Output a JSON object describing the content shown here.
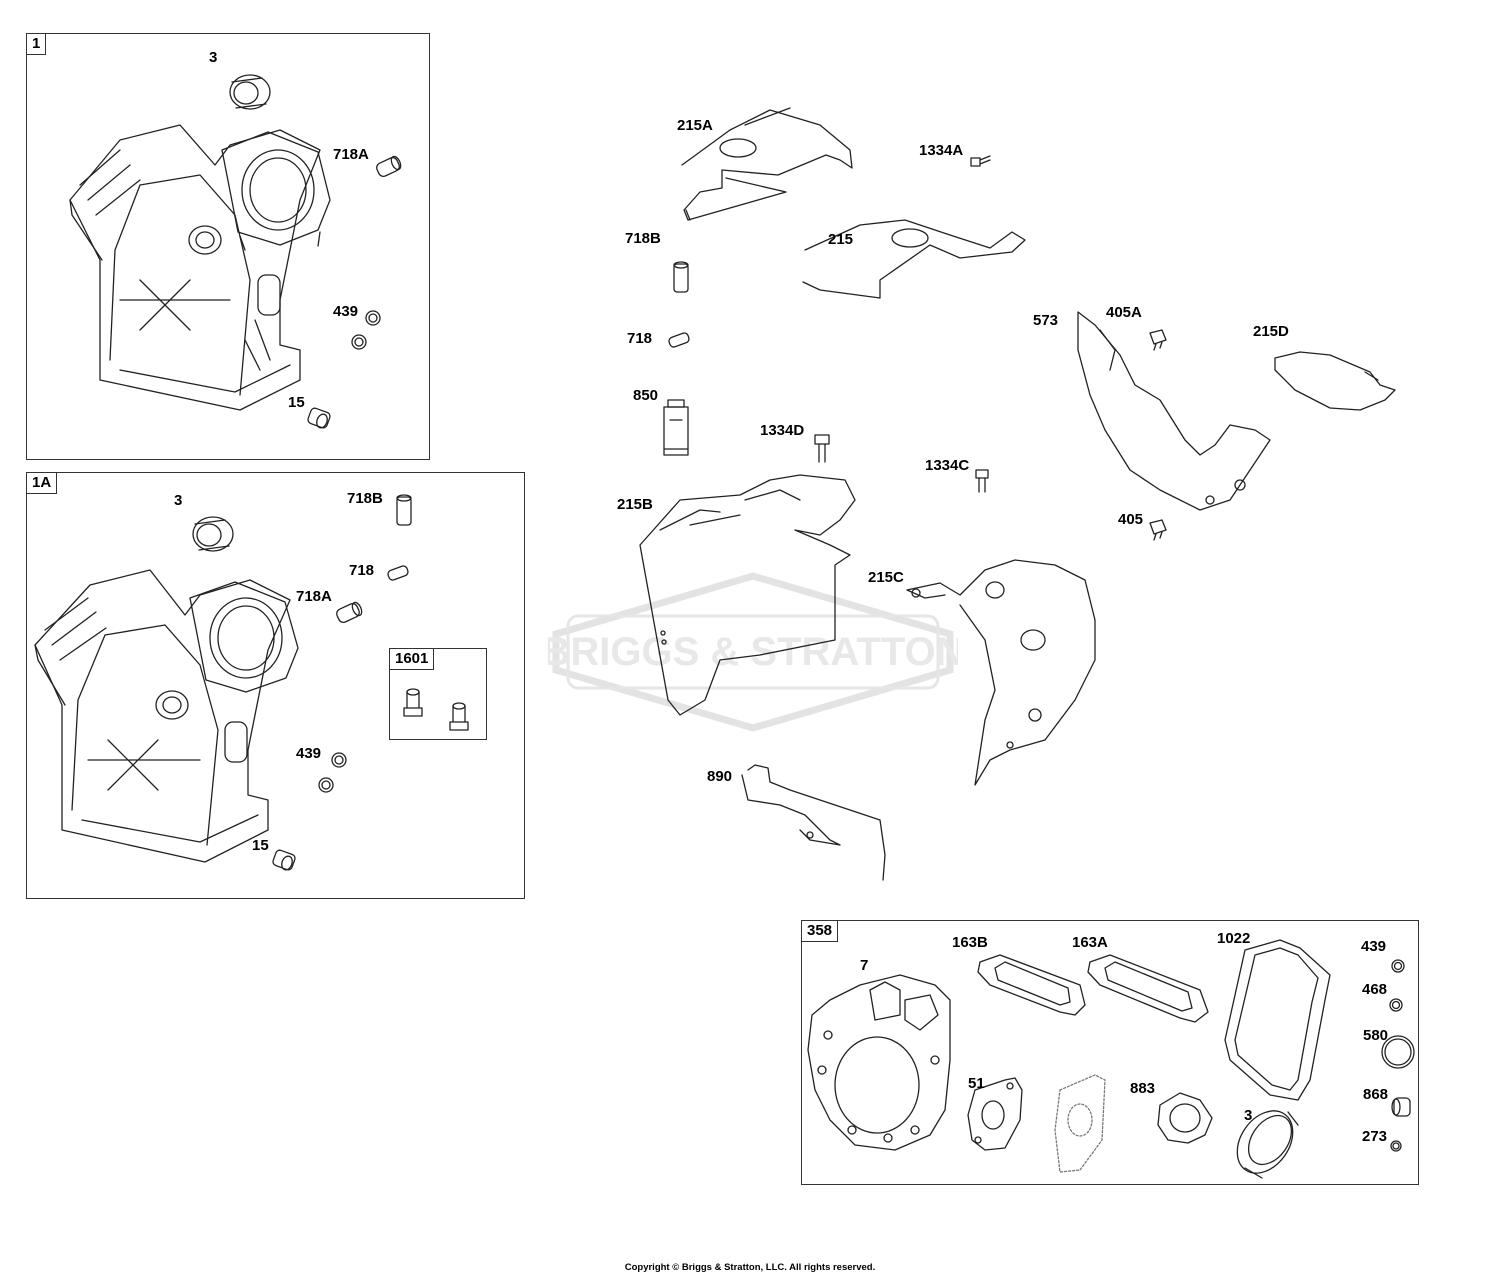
{
  "footer": "Copyright © Briggs & Stratton, LLC. All rights reserved.",
  "watermark": "BRIGGS & STRATTON",
  "boxes": {
    "b1": "1",
    "b1a": "1A",
    "b1601": "1601",
    "b358": "358"
  },
  "labels": {
    "l3a": "3",
    "l718a_1": "718A",
    "l439_1": "439",
    "l15_1": "15",
    "l3b": "3",
    "l718b_1a": "718B",
    "l718_1a": "718",
    "l718a_1a": "718A",
    "l439_1a": "439",
    "l15_1a": "15",
    "l215a": "215A",
    "l1334a": "1334A",
    "l215": "215",
    "l718b": "718B",
    "l718": "718",
    "l850": "850",
    "l1334d": "1334D",
    "l215b": "215B",
    "l1334c": "1334C",
    "l573": "573",
    "l405a": "405A",
    "l215d": "215D",
    "l405": "405",
    "l215c": "215C",
    "l890": "890",
    "l7": "7",
    "l163b": "163B",
    "l163a": "163A",
    "l1022": "1022",
    "l439_358": "439",
    "l468": "468",
    "l580": "580",
    "l51": "51",
    "l883": "883",
    "l3c": "3",
    "l868": "868",
    "l273": "273"
  }
}
